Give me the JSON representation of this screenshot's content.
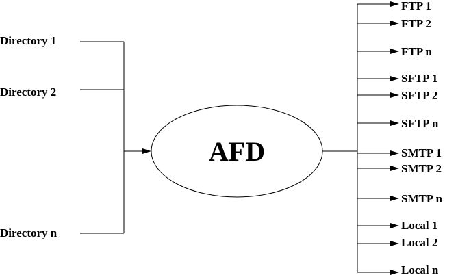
{
  "inputs": [
    {
      "label": "Directory 1"
    },
    {
      "label": "Directory 2"
    },
    {
      "label": "Directory n"
    }
  ],
  "center": {
    "label": "AFD"
  },
  "outputs": [
    {
      "label": "FTP 1"
    },
    {
      "label": "FTP 2"
    },
    {
      "label": "FTP n"
    },
    {
      "label": "SFTP 1"
    },
    {
      "label": "SFTP 2"
    },
    {
      "label": "SFTP n"
    },
    {
      "label": "SMTP 1"
    },
    {
      "label": "SMTP 2"
    },
    {
      "label": "SMTP n"
    },
    {
      "label": "Local 1"
    },
    {
      "label": "Local 2"
    },
    {
      "label": "Local n"
    }
  ]
}
